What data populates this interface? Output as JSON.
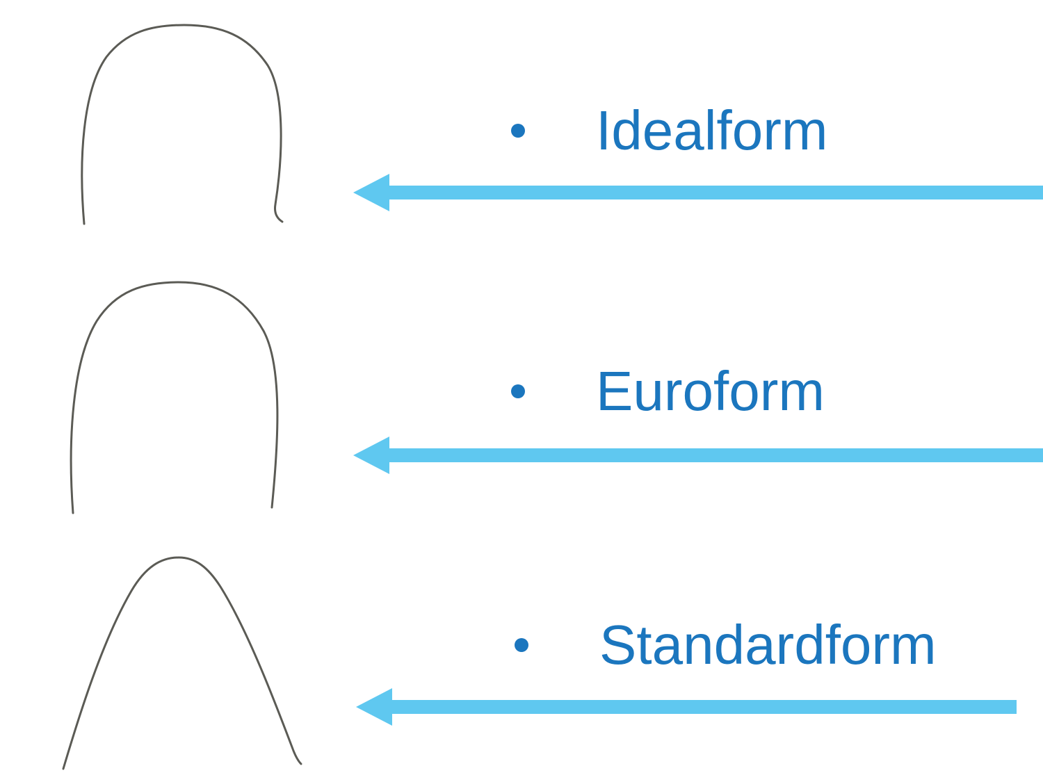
{
  "colors": {
    "background": "#ffffff",
    "text_color": "#1b76be",
    "arrow_color": "#5fc8f0",
    "wire_color": "#5b5b55"
  },
  "items": [
    {
      "label": "Idealform",
      "shape": "archwire-idealform"
    },
    {
      "label": "Euroform",
      "shape": "archwire-euroform"
    },
    {
      "label": "Standardform",
      "shape": "archwire-standardform"
    }
  ]
}
